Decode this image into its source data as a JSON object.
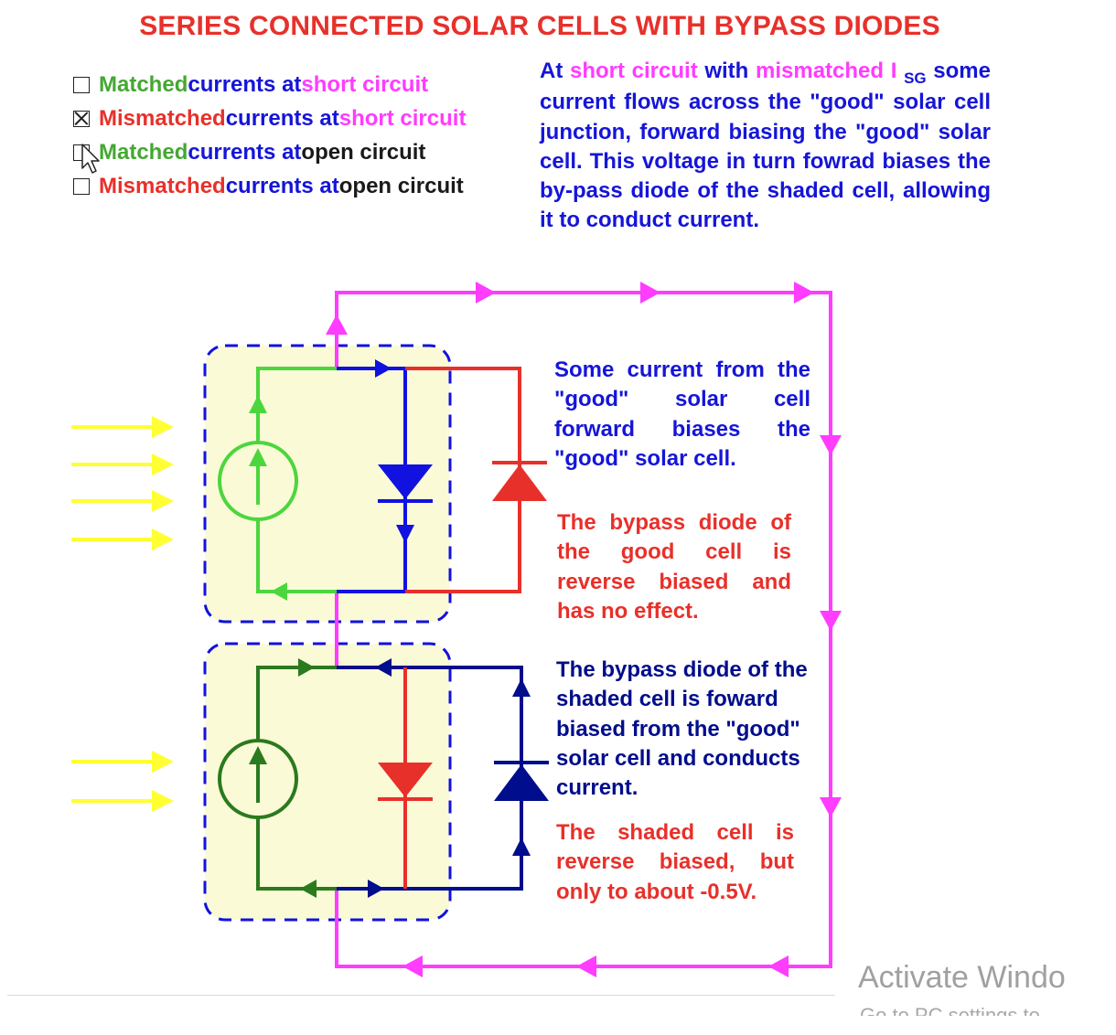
{
  "title": "SERIES CONNECTED SOLAR CELLS WITH BYPASS DIODES",
  "options": [
    {
      "checked": false,
      "w1": "Matched",
      "c1": "green",
      "w2": " currents at ",
      "c2": "blue",
      "w3": "short circuit",
      "c3": "mag"
    },
    {
      "checked": true,
      "w1": "Mismatched",
      "c1": "red",
      "w2": " currents at ",
      "c2": "blue",
      "w3": "short circuit",
      "c3": "mag"
    },
    {
      "checked": false,
      "w1": "Matched",
      "c1": "green",
      "w2": " currents at ",
      "c2": "blue",
      "w3": "open circuit",
      "c3": "dark"
    },
    {
      "checked": false,
      "w1": "Mismatched",
      "c1": "red",
      "w2": " currents at ",
      "c2": "blue",
      "w3": "open circuit",
      "c3": "dark"
    }
  ],
  "explanation": {
    "at": "At ",
    "short": "short  circuit",
    "with": " with ",
    "mismatched": "mismatched I ",
    "sub": "SG",
    "rest": " some current flows across the \"good\" solar cell junction, forward biasing the \"good\" solar cell. This voltage in turn fowrad biases the by-pass diode of the shaded cell, allowing it to conduct current."
  },
  "notes": {
    "good_cell": "Some current from the \"good\" solar cell forward biases the \"good\" solar cell.",
    "good_bypass": "The bypass diode of the good cell is reverse biased and has no effect.",
    "shaded_bypass": "The bypass diode of the shaded cell is foward biased from the \"good\" solar cell and conducts current.",
    "shaded_cell": "The shaded cell is reverse biased, but only to about -0.5V."
  },
  "watermark": {
    "line1": "Activate Windo",
    "line2": "Go to PC settings to"
  },
  "colors": {
    "magenta": "#ff3cff",
    "light_green": "#4cd63e",
    "dark_green": "#2b7a1e",
    "blue": "#1111e0",
    "navy": "#000d8c",
    "red": "#e8302a",
    "yellow": "#ffff33",
    "cell_bg": "#fafad7"
  },
  "icons": [
    "checkbox-icon",
    "mouse-cursor-icon",
    "current-source-icon",
    "diode-icon",
    "current-arrow-icon",
    "light-ray-icon"
  ]
}
